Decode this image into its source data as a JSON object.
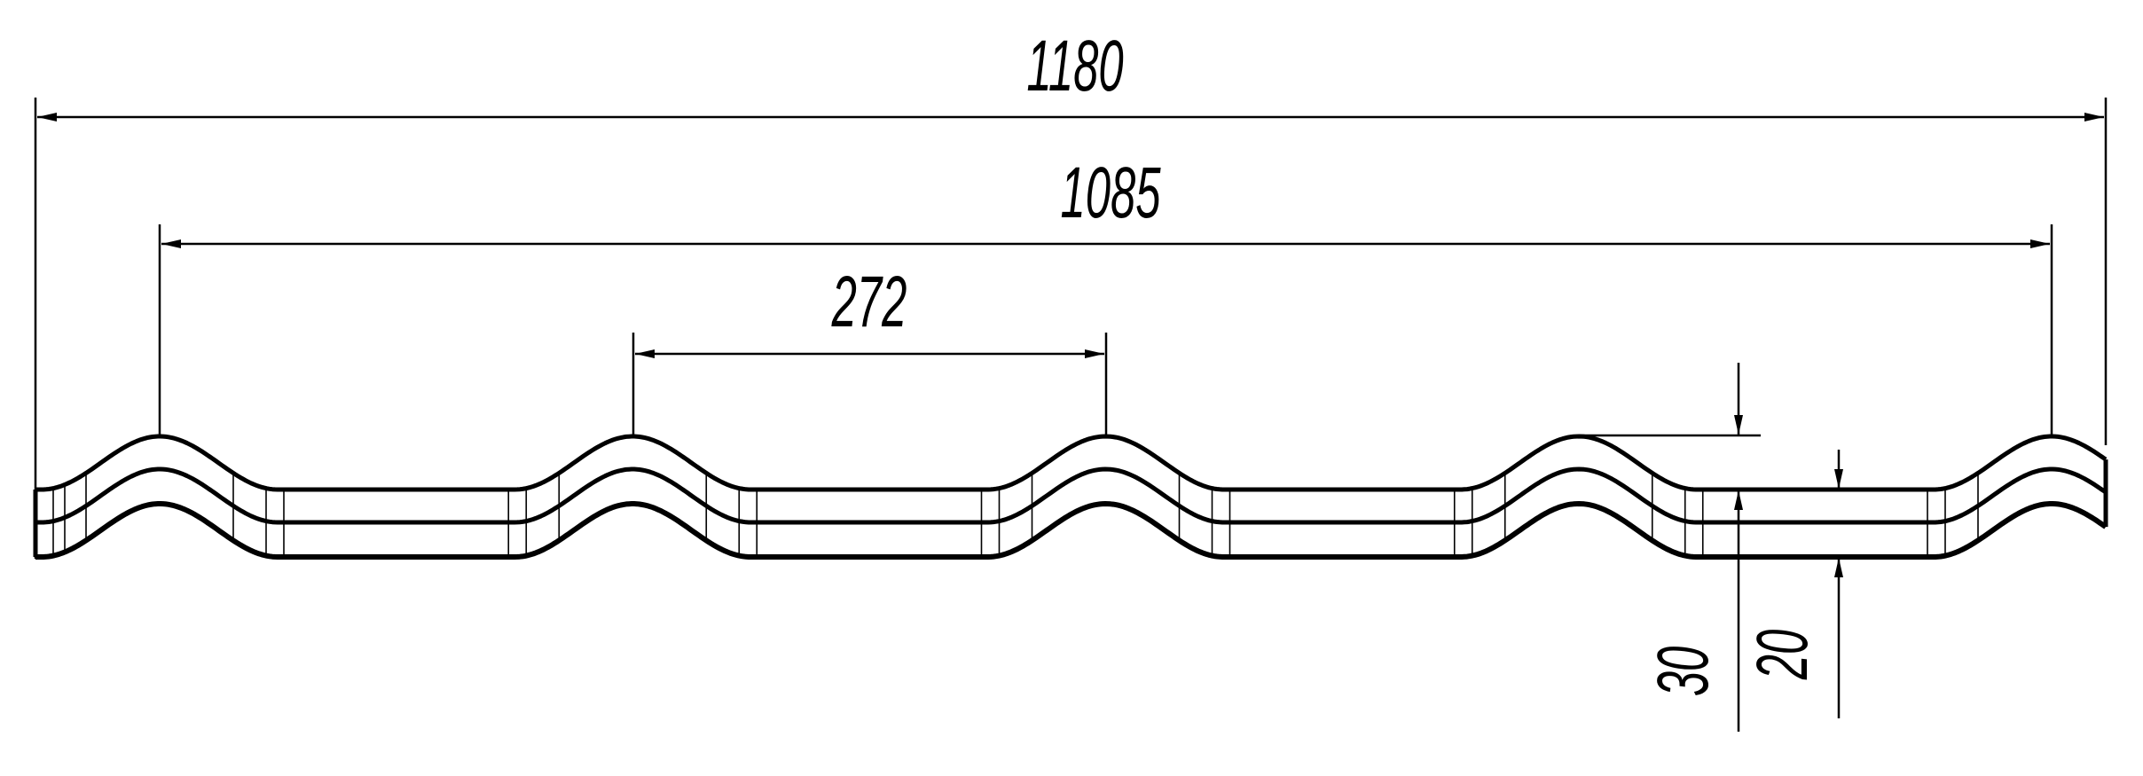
{
  "drawing": {
    "dimensions": {
      "overall_width": "1180",
      "useful_width": "1085",
      "wave_pitch": "272",
      "total_height": "30",
      "step_height": "20"
    },
    "wave_count": 5,
    "line_color": "#000000",
    "background": "#ffffff"
  }
}
